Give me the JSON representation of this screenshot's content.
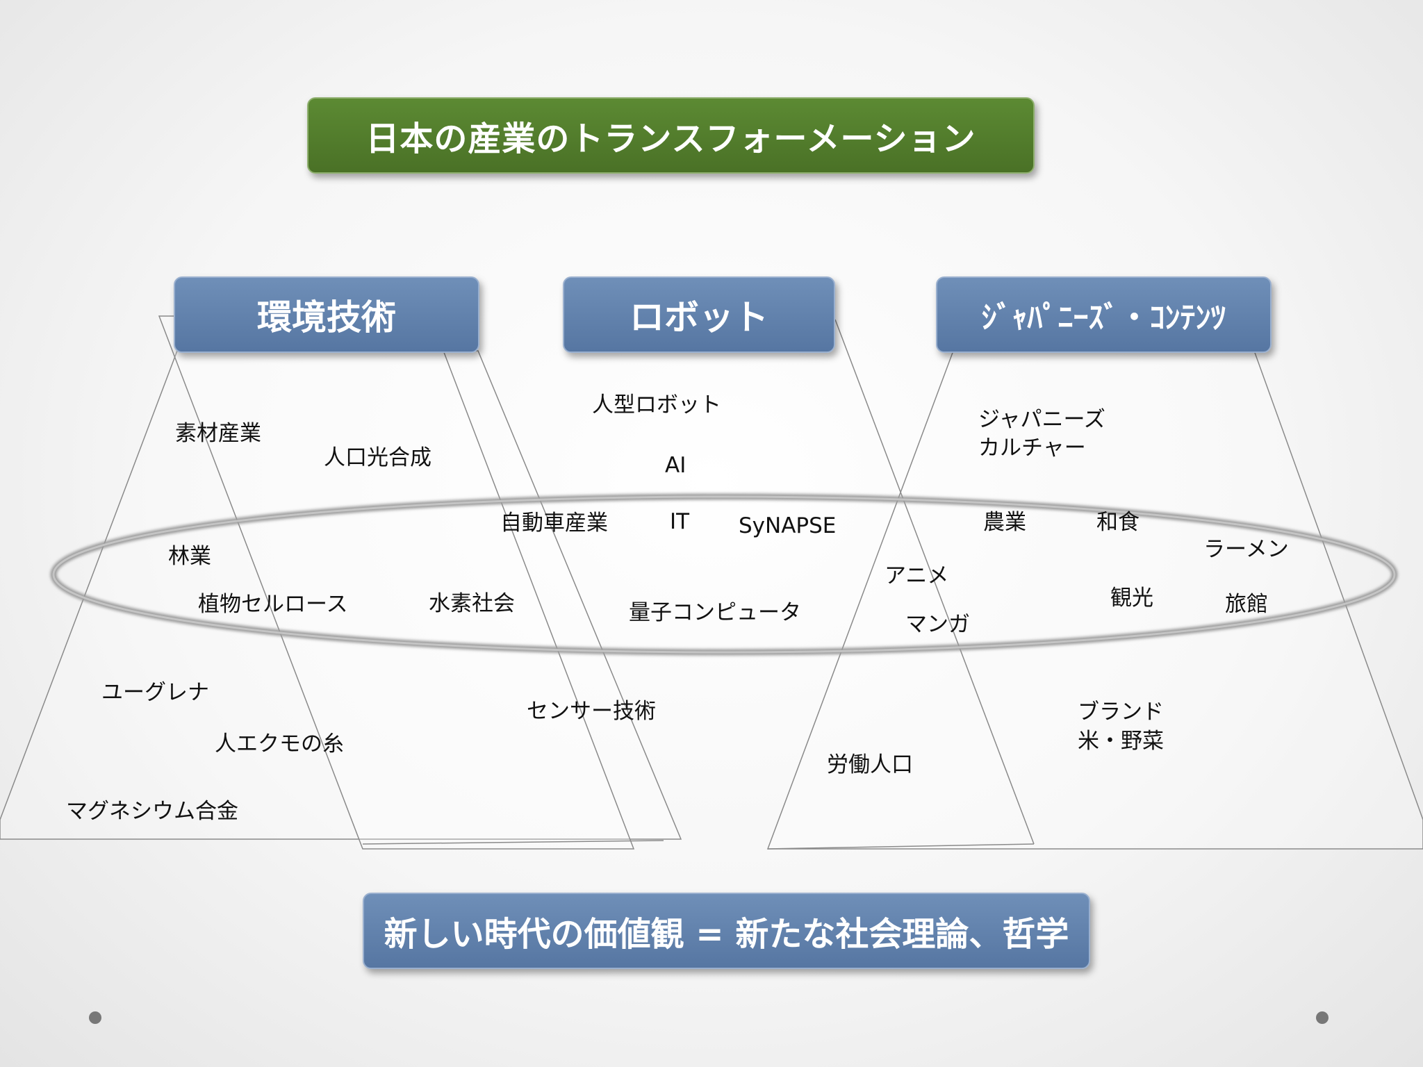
{
  "title": "日本の産業のトランスフォーメーション",
  "headers": {
    "environment": "環境技術",
    "robot": "ロボット",
    "japanese_contents": "ｼﾞｬﾊﾟﾆｰｽﾞ・ｺﾝﾃﾝﾂ"
  },
  "labels": {
    "sozai": "素材産業",
    "jinkou_kougousei": "人口光合成",
    "ringyou": "林業",
    "shokubutsu": "植物セルロース",
    "suiso": "水素社会",
    "euglena": "ユーグレナ",
    "kumo_ito": "人エクモの糸",
    "magnesium": "マグネシウム合金",
    "humanoid": "人型ロボット",
    "ai": "AI",
    "jidousha": "自動車産業",
    "it": "IT",
    "synapse": "SyNAPSE",
    "ryoushi": "量子コンピュータ",
    "sensor": "センサー技術",
    "japanese_culture_1": "ジャパニーズ",
    "japanese_culture_2": "カルチャー",
    "nougyou": "農業",
    "washoku": "和食",
    "ramen": "ラーメン",
    "anime": "アニメ",
    "manga": "マンガ",
    "kankou": "観光",
    "ryokan": "旅館",
    "roudou": "労働人口",
    "brand_1": "ブランド",
    "brand_2": "米・野菜"
  },
  "footer": "新しい時代の価値観 = 新たな社会理論、哲学",
  "colors": {
    "title_green": "#4f7a2b",
    "header_blue": "#5f7fab"
  }
}
